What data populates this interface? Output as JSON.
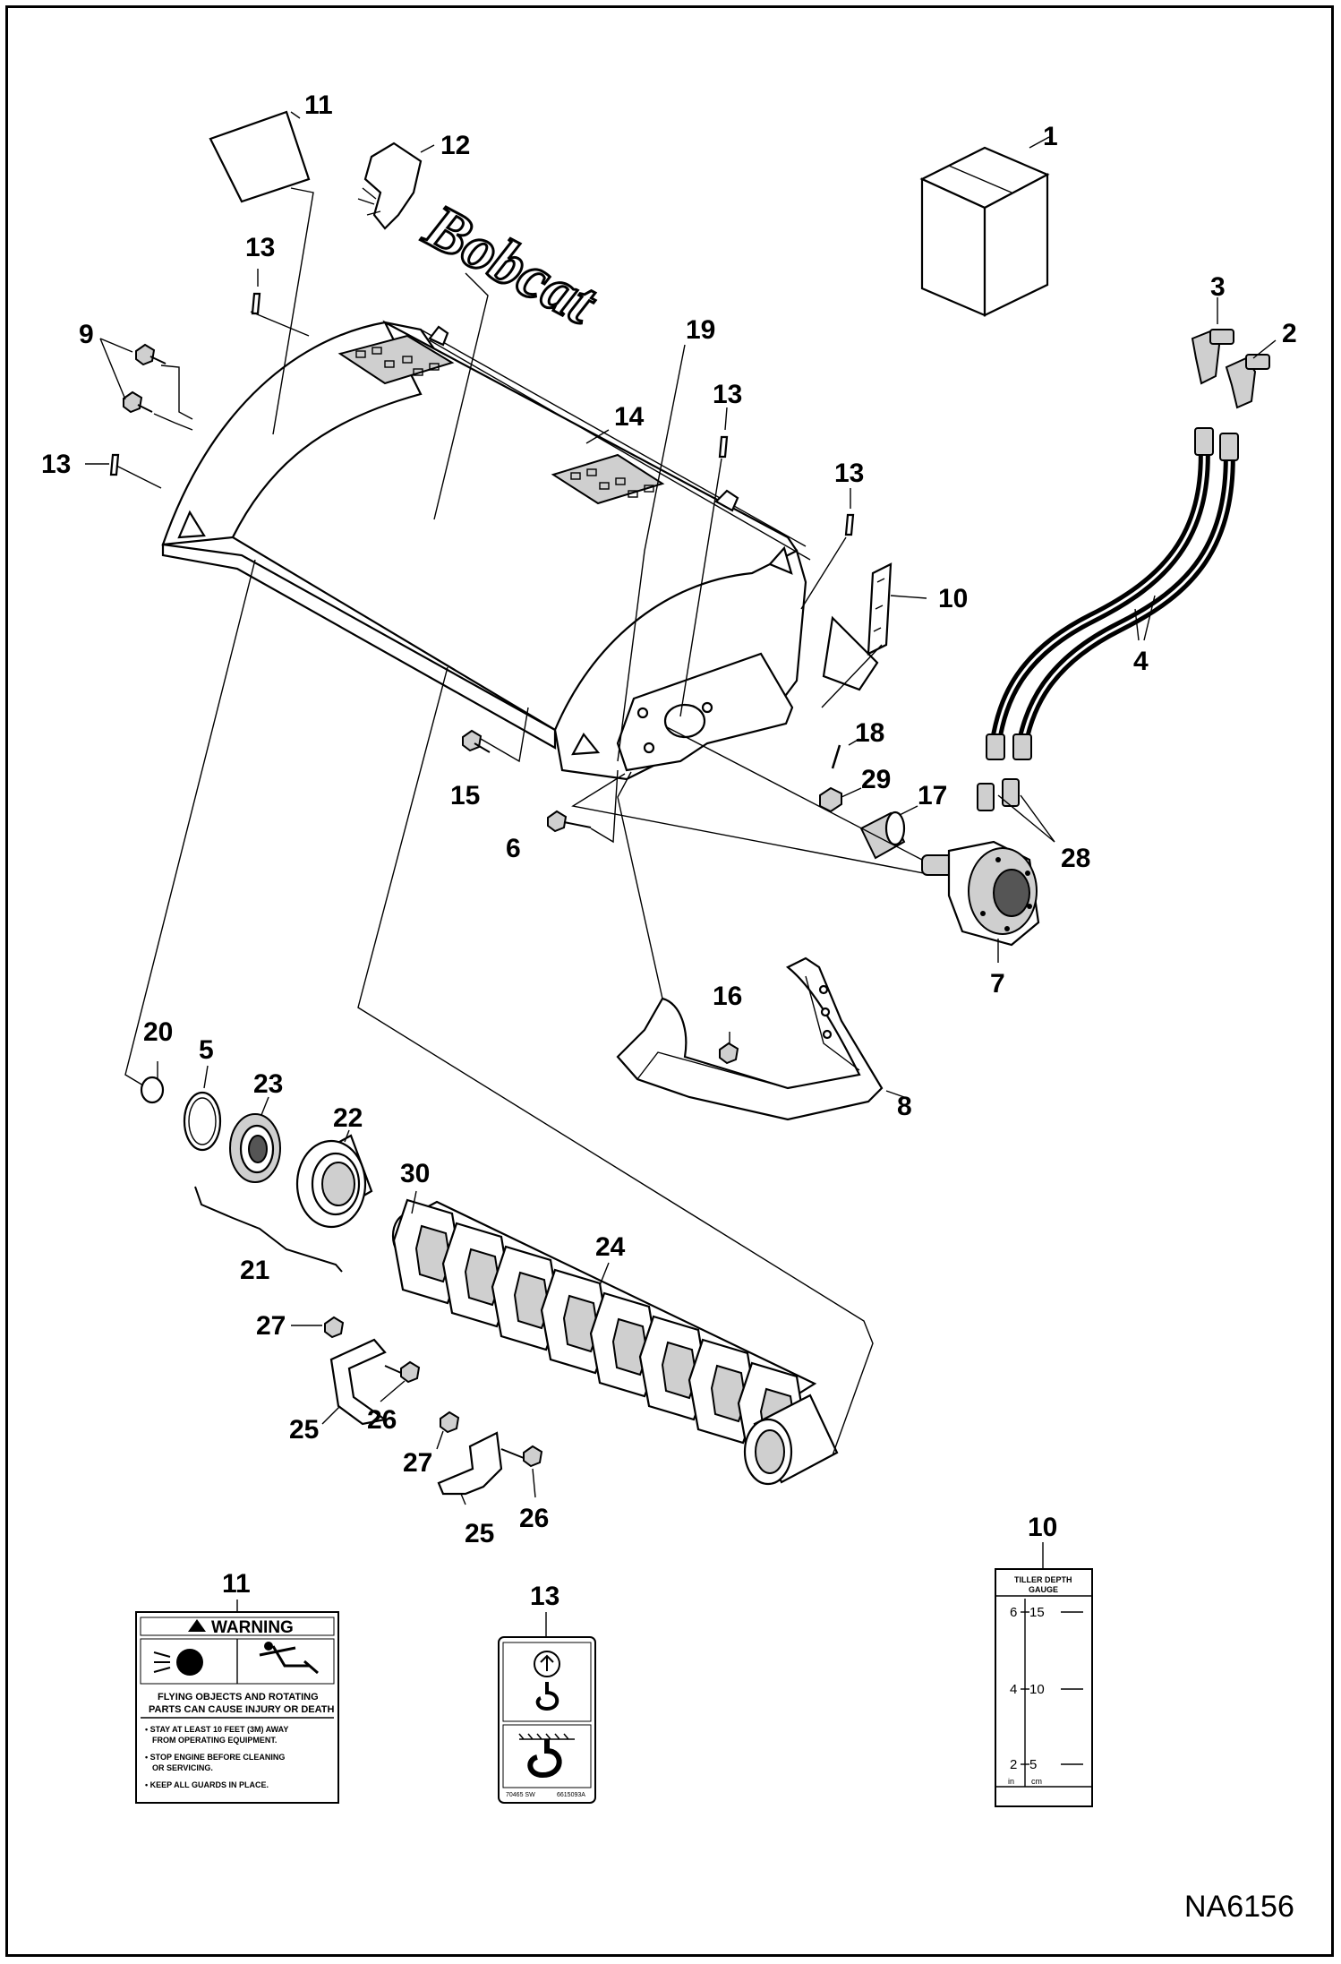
{
  "callouts": {
    "c1": "1",
    "c2": "2",
    "c3": "3",
    "c4": "4",
    "c5": "5",
    "c6": "6",
    "c7": "7",
    "c8": "8",
    "c9": "9",
    "c10": "10",
    "c10b": "10",
    "c11": "11",
    "c11b": "11",
    "c12": "12",
    "c13a": "13",
    "c13b": "13",
    "c13c": "13",
    "c13d": "13",
    "c13e": "13",
    "c14": "14",
    "c15": "15",
    "c16": "16",
    "c17": "17",
    "c18": "18",
    "c19": "19",
    "c20": "20",
    "c21": "21",
    "c22": "22",
    "c23": "23",
    "c24": "24",
    "c25a": "25",
    "c25b": "25",
    "c26a": "26",
    "c26b": "26",
    "c27a": "27",
    "c27b": "27",
    "c28": "28",
    "c29": "29",
    "c30": "30"
  },
  "logo": {
    "text": "Bobcat"
  },
  "warning_decal": {
    "title": "WARNING",
    "line1": "FLYING OBJECTS AND ROTATING",
    "line2": "PARTS CAN CAUSE INJURY OR DEATH",
    "bullet1a": "• STAY AT LEAST 10 FEET (3M) AWAY",
    "bullet1b": "FROM OPERATING EQUIPMENT.",
    "bullet2a": "• STOP ENGINE BEFORE CLEANING",
    "bullet2b": "OR SERVICING.",
    "bullet3": "• KEEP ALL GUARDS IN PLACE."
  },
  "lift_decal": {
    "code_left": "70465 SW",
    "code_right": "6615093A"
  },
  "depth_gauge": {
    "head1": "TILLER DEPTH",
    "head2": "GAUGE",
    "in_marks": [
      "6",
      "4",
      "2"
    ],
    "cm_marks": [
      "15",
      "10",
      "5"
    ],
    "unit_in": "in",
    "unit_cm": "cm"
  },
  "drawing_id": "NA6156"
}
